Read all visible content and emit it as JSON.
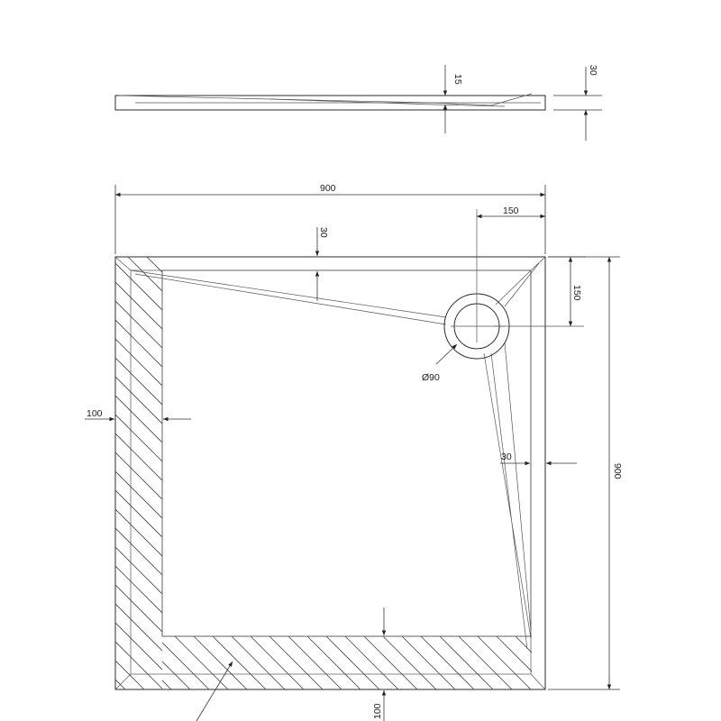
{
  "side_view": {
    "dim_depth_label": "15",
    "dim_height_label": "30"
  },
  "top_view": {
    "width_label": "900",
    "height_label": "900",
    "drain_offset_x_label": "150",
    "drain_offset_y_label": "150",
    "drain_diameter_label": "Ø90",
    "top_rim_label": "30",
    "right_rim_label": "30",
    "left_wall_label": "100",
    "bottom_wall_label": "100"
  },
  "colors": {
    "line": "#2b2b2b",
    "background": "#ffffff"
  }
}
